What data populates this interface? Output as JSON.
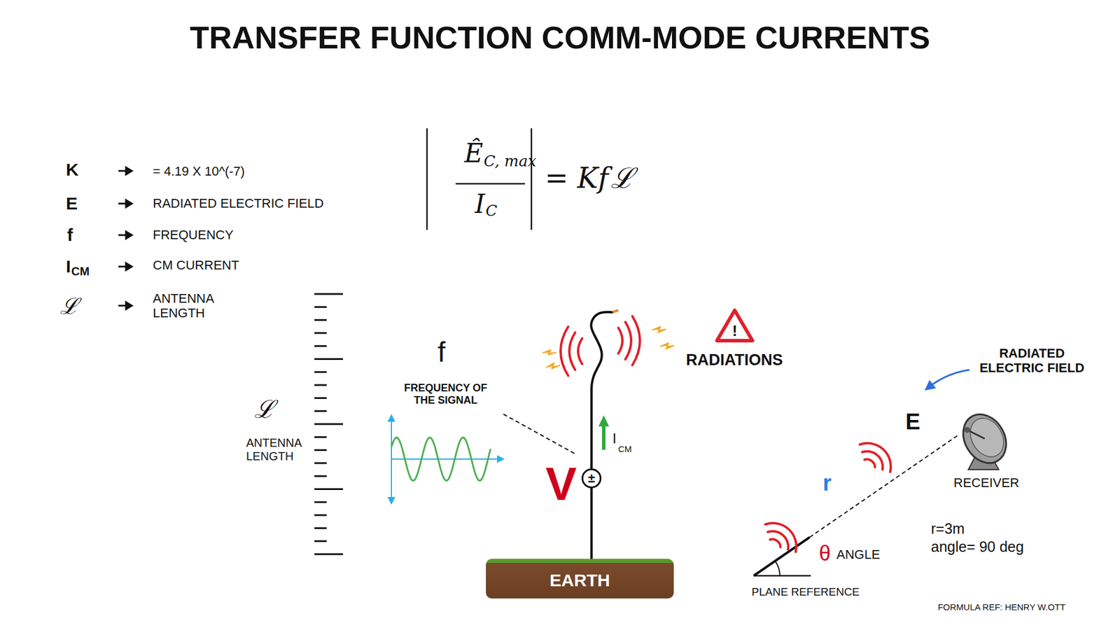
{
  "diagram": {
    "title": "TRANSFER FUNCTION COMM-MODE CURRENTS",
    "nodes": [
      {
        "text": [
          "!"
        ]
      },
      {
        "text": [
          "±"
        ]
      },
      {
        "text": [
          "EARTH"
        ]
      }
    ],
    "labels": [
      "K",
      "= 4.19 X 10^(-7)",
      "E",
      "RADIATED ELECTRIC FIELD",
      "f",
      "FREQUENCY",
      "I",
      "CM",
      "CM CURRENT",
      "ℒ",
      "ANTENNA LENGTH",
      "Ê",
      "C, max",
      "I",
      "C",
      "= Kf",
      "ℒ",
      "ℒ",
      "ANTENNA LENGTH",
      "f",
      "FREQUENCY OF THE SIGNAL",
      "V",
      "I",
      "CM",
      "RADIATIONS",
      "RADIATED ELECTRIC FIELD",
      "E",
      "r",
      "θ",
      "ANGLE",
      "PLANE REFERENCE",
      "RECEIVER",
      "r=3m",
      "angle= 90 deg",
      "FORMULA REF: HENRY W.OTT"
    ]
  }
}
